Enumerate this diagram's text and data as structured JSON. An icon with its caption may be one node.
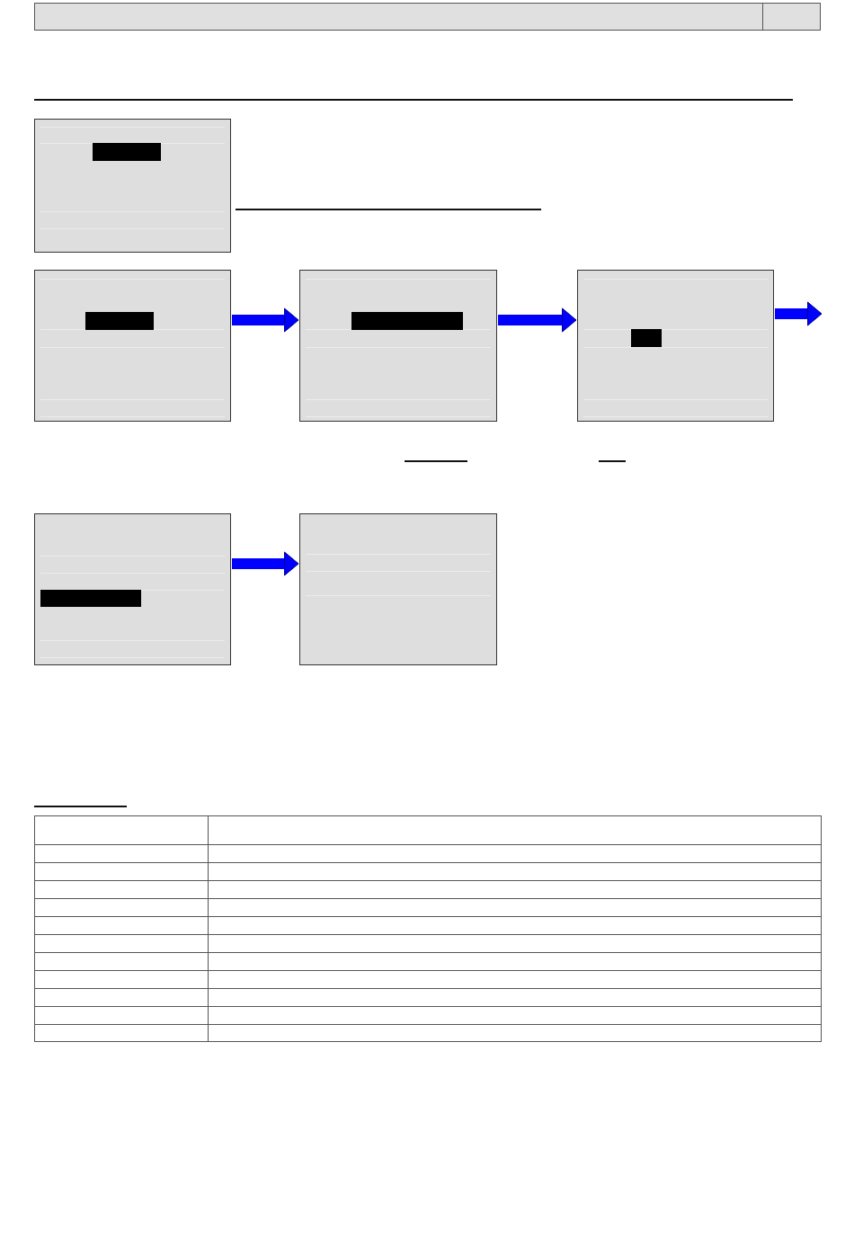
{
  "diagram": {
    "nodes": [
      {
        "text": [],
        "shape": "box"
      },
      {
        "text": [],
        "shape": "bar",
        "in": 0
      },
      {
        "text": [],
        "shape": "box"
      },
      {
        "text": [],
        "shape": "bar",
        "in": 2
      },
      {
        "text": [],
        "shape": "box"
      },
      {
        "text": [],
        "shape": "bar",
        "in": 4
      },
      {
        "text": [],
        "shape": "box"
      },
      {
        "text": [],
        "shape": "bar",
        "in": 6
      },
      {
        "text": [],
        "shape": "box"
      },
      {
        "text": [],
        "shape": "bar",
        "in": 8
      },
      {
        "text": [],
        "shape": "box"
      }
    ],
    "edges": [
      {
        "from": 2,
        "to": 4,
        "arrow": "to"
      },
      {
        "from": 4,
        "to": 6,
        "arrow": "to"
      },
      {
        "from": 6,
        "to": null,
        "arrow": "to"
      },
      {
        "from": 8,
        "to": 10,
        "arrow": "to"
      }
    ]
  }
}
